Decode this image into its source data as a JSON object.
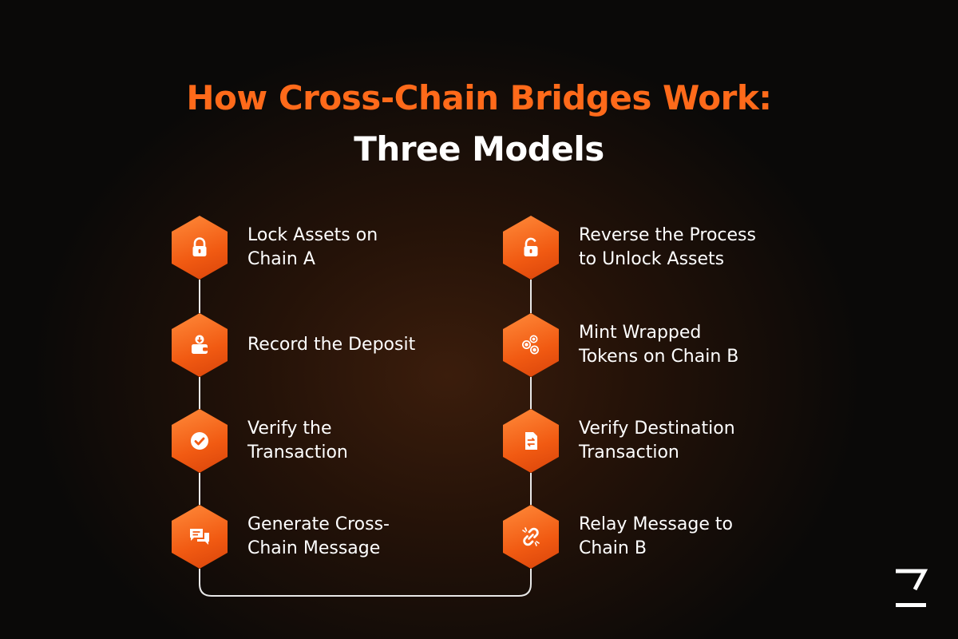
{
  "title": {
    "line1": "How Cross-Chain Bridges Work:",
    "line2": "Three Models"
  },
  "colors": {
    "accent": "#ff6a1a",
    "connector": "#e8e8e8",
    "background": "#0a0908"
  },
  "steps_left": [
    {
      "label": "Lock Assets on\nChain A",
      "icon": "lock-icon"
    },
    {
      "label": "Record the Deposit",
      "icon": "wallet-deposit-icon"
    },
    {
      "label": "Verify the\nTransaction",
      "icon": "check-circle-icon"
    },
    {
      "label": "Generate Cross-\nChain Message",
      "icon": "chat-bubbles-icon"
    }
  ],
  "steps_right": [
    {
      "label": "Reverse the Process\nto Unlock Assets",
      "icon": "unlock-icon"
    },
    {
      "label": "Mint Wrapped\nTokens on Chain B",
      "icon": "coins-icon"
    },
    {
      "label": "Verify Destination\nTransaction",
      "icon": "document-exchange-icon"
    },
    {
      "label": "Relay Message to\nChain B",
      "icon": "broken-link-icon"
    }
  ],
  "brand": {
    "logo": "brand-logo-icon"
  }
}
